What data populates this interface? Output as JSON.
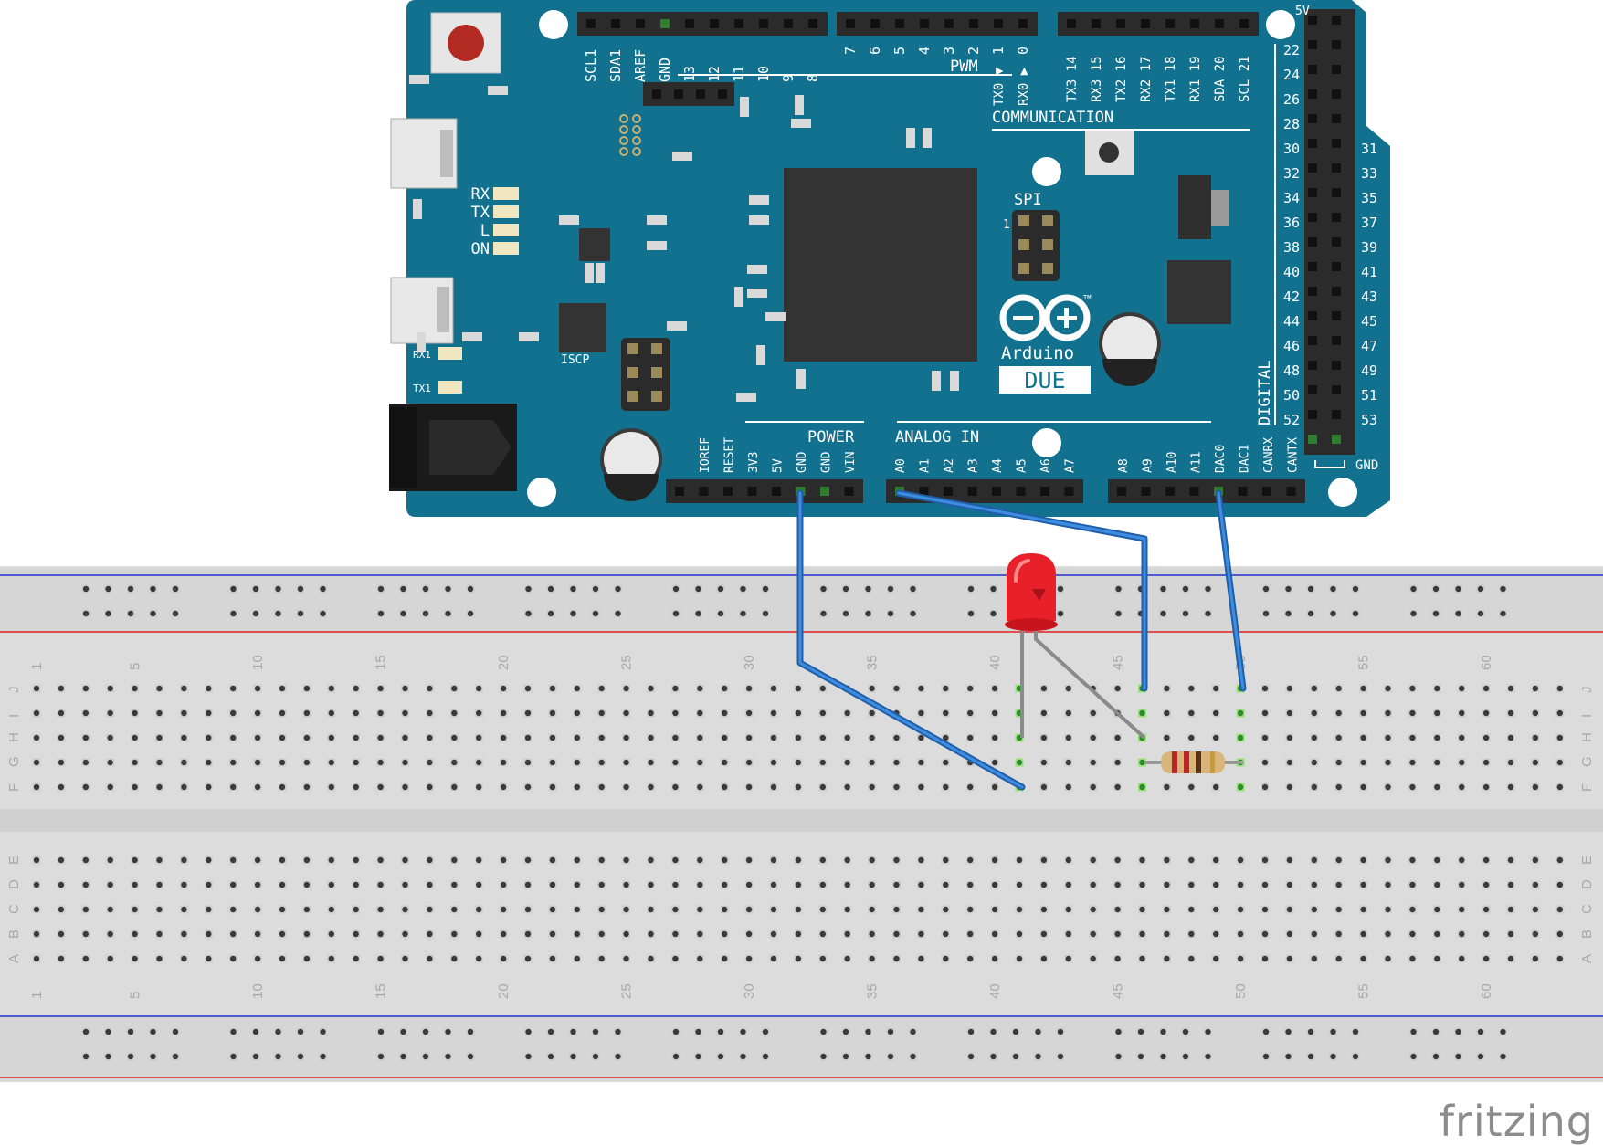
{
  "board": {
    "logo_text": "Arduino",
    "model": "DUE",
    "tm": "TM",
    "top_left_pins": [
      "SCL1",
      "SDA1",
      "AREF",
      "GND",
      "13",
      "12",
      "11",
      "10",
      "9",
      "8"
    ],
    "pwm_pins": [
      "7",
      "6",
      "5",
      "4",
      "3",
      "2",
      "1",
      "0"
    ],
    "pwm_label": "PWM",
    "txrx_labels": [
      "TX0 ▼",
      "RX0 ▶"
    ],
    "comm_pins": [
      "TX3 14",
      "RX3 15",
      "TX2 16",
      "RX2 17",
      "TX1 18",
      "RX1 19",
      "SDA 20",
      "SCL 21"
    ],
    "communication_label": "COMMUNICATION",
    "spi_label": "SPI",
    "spi_pin1": "1",
    "icsp_label": "ISCP",
    "status_leds": [
      "RX",
      "TX",
      "L",
      "ON"
    ],
    "rx1_label": "RX1",
    "tx1_label": "TX1",
    "power_label": "POWER",
    "power_pins": [
      "IOREF",
      "RESET",
      "3V3",
      "5V",
      "GND",
      "GND",
      "VIN"
    ],
    "analog_label": "ANALOG IN",
    "analog_pins": [
      "A0",
      "A1",
      "A2",
      "A3",
      "A4",
      "A5",
      "A6",
      "A7"
    ],
    "analog2_pins": [
      "A8",
      "A9",
      "A10",
      "A11",
      "DAC0",
      "DAC1",
      "CANRX",
      "CANTX"
    ],
    "digital_label": "DIGITAL",
    "digital_left": [
      "22",
      "24",
      "26",
      "28",
      "30",
      "32",
      "34",
      "36",
      "38",
      "40",
      "42",
      "44",
      "46",
      "48",
      "50",
      "52"
    ],
    "digital_right": [
      "31",
      "33",
      "35",
      "37",
      "39",
      "41",
      "43",
      "45",
      "47",
      "49",
      "51",
      "53"
    ],
    "fivev_label": "5V",
    "gnd_label": "GND"
  },
  "breadboard": {
    "column_numbers": [
      "1",
      "5",
      "10",
      "15",
      "20",
      "25",
      "30",
      "35",
      "40",
      "45",
      "50",
      "55",
      "60"
    ],
    "top_rows": [
      "J",
      "I",
      "H",
      "G",
      "F"
    ],
    "bottom_rows": [
      "E",
      "D",
      "C",
      "B",
      "A"
    ]
  },
  "components": {
    "led_color": "#e8202a",
    "wire_color": "#2a72c9",
    "resistor_color": "#d9b57a"
  },
  "watermark": "fritzing"
}
